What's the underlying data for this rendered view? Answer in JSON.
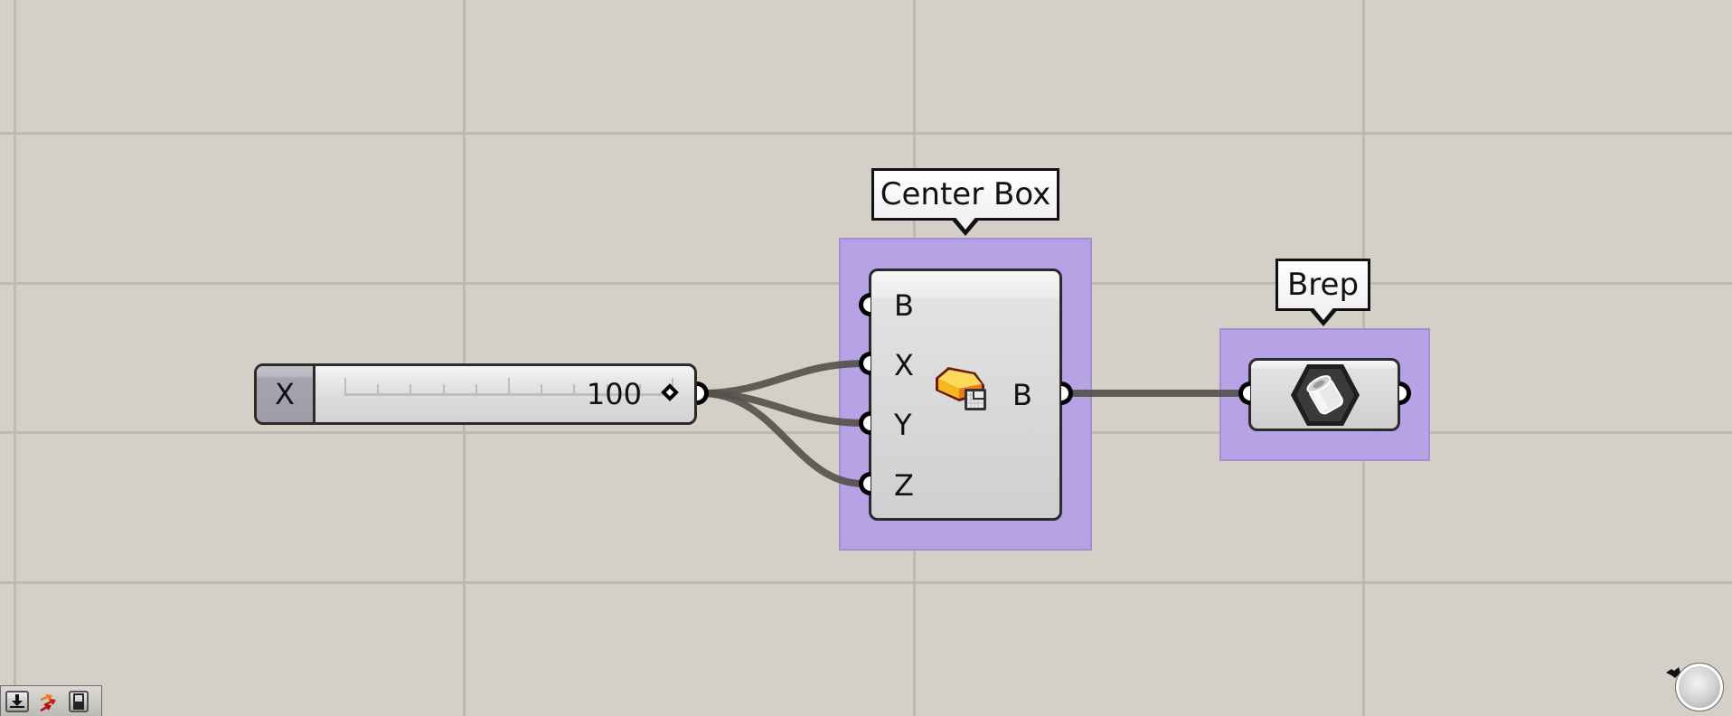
{
  "canvas": {
    "background": "#d4d0c8",
    "grid_color": "#bebab3",
    "grid_vertical_x": [
      16,
      513,
      1011,
      1508
    ],
    "grid_horizontal_y": [
      147,
      313,
      478,
      644
    ]
  },
  "slider": {
    "name": "X",
    "value": "100",
    "tick_count": 11,
    "grip_icon": "diamond-grip-icon"
  },
  "center_box": {
    "title": "Center Box",
    "group_color": "#b8a2e6",
    "inputs": [
      {
        "label": "B"
      },
      {
        "label": "X"
      },
      {
        "label": "Y"
      },
      {
        "label": "Z"
      }
    ],
    "outputs": [
      {
        "label": "B"
      }
    ],
    "icon": "center-box-icon"
  },
  "brep": {
    "title": "Brep",
    "group_color": "#b8a2e6",
    "icon": "brep-param-icon"
  },
  "wires": {
    "color": "#55524c",
    "connections": [
      {
        "from": "slider.output",
        "to": "center_box.X"
      },
      {
        "from": "slider.output",
        "to": "center_box.Y"
      },
      {
        "from": "slider.output",
        "to": "center_box.Z"
      },
      {
        "from": "center_box.B",
        "to": "brep.input"
      }
    ]
  },
  "toolbar": {
    "buttons": [
      {
        "icon": "download-icon"
      },
      {
        "icon": "wire-arrows-icon"
      },
      {
        "icon": "toggle-panel-icon"
      }
    ]
  },
  "navigator": {
    "icon": "navigation-compass-icon"
  }
}
